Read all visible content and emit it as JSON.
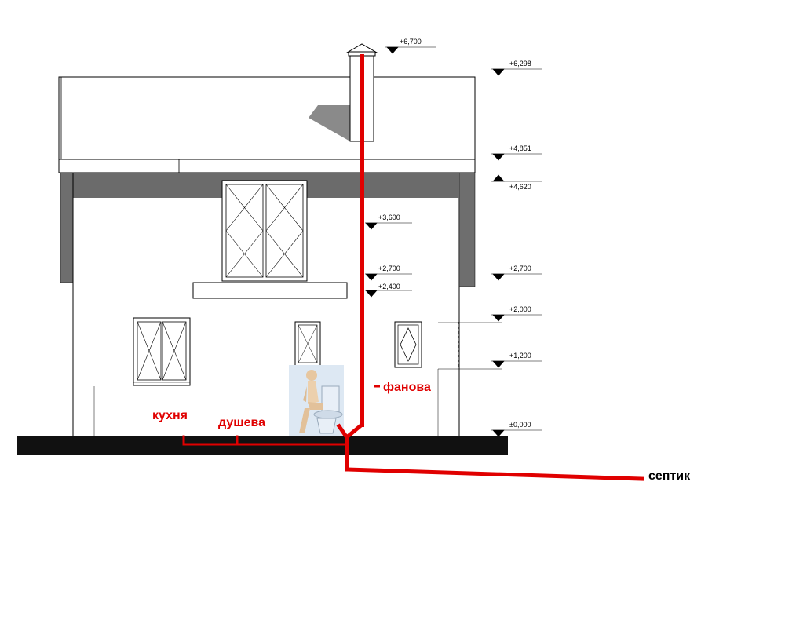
{
  "levels": {
    "top_pipe": "+6,700",
    "ridge": "+6,298",
    "eave_top": "+4,851",
    "eave_bottom": "+4,620",
    "l3600": "+3,600",
    "l2700_pipe": "+2,700",
    "l2400": "+2,400",
    "l2700_right": "+2,700",
    "l2000": "+2,000",
    "l1200": "+1,200",
    "ground": "±0,000"
  },
  "labels": {
    "toilet": "фанова",
    "kitchen": "кухня",
    "shower": "душева",
    "septic": "септик"
  },
  "colors": {
    "pipe": "#e00000",
    "wall_dark": "#6b6b6b",
    "shadow": "#8a8a8a",
    "ground": "#111111"
  }
}
